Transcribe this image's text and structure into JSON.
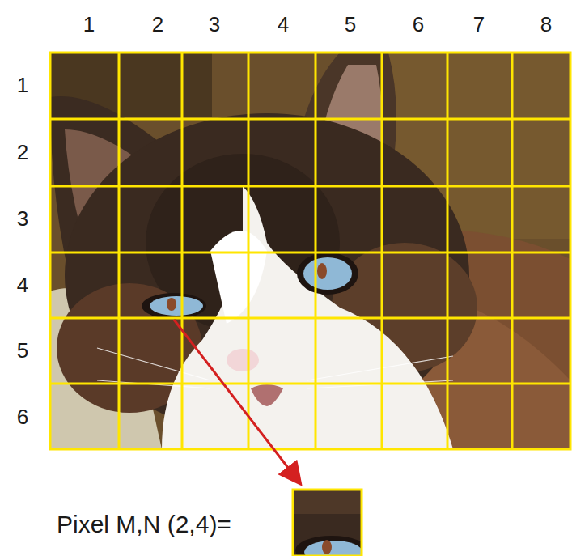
{
  "diagram": {
    "labels": [
      "1",
      "2",
      "3",
      "4",
      "5",
      "6",
      "7",
      "8",
      "1",
      "2",
      "3",
      "4",
      "5",
      "6",
      "Pixel M,N (2,4)="
    ]
  }
}
